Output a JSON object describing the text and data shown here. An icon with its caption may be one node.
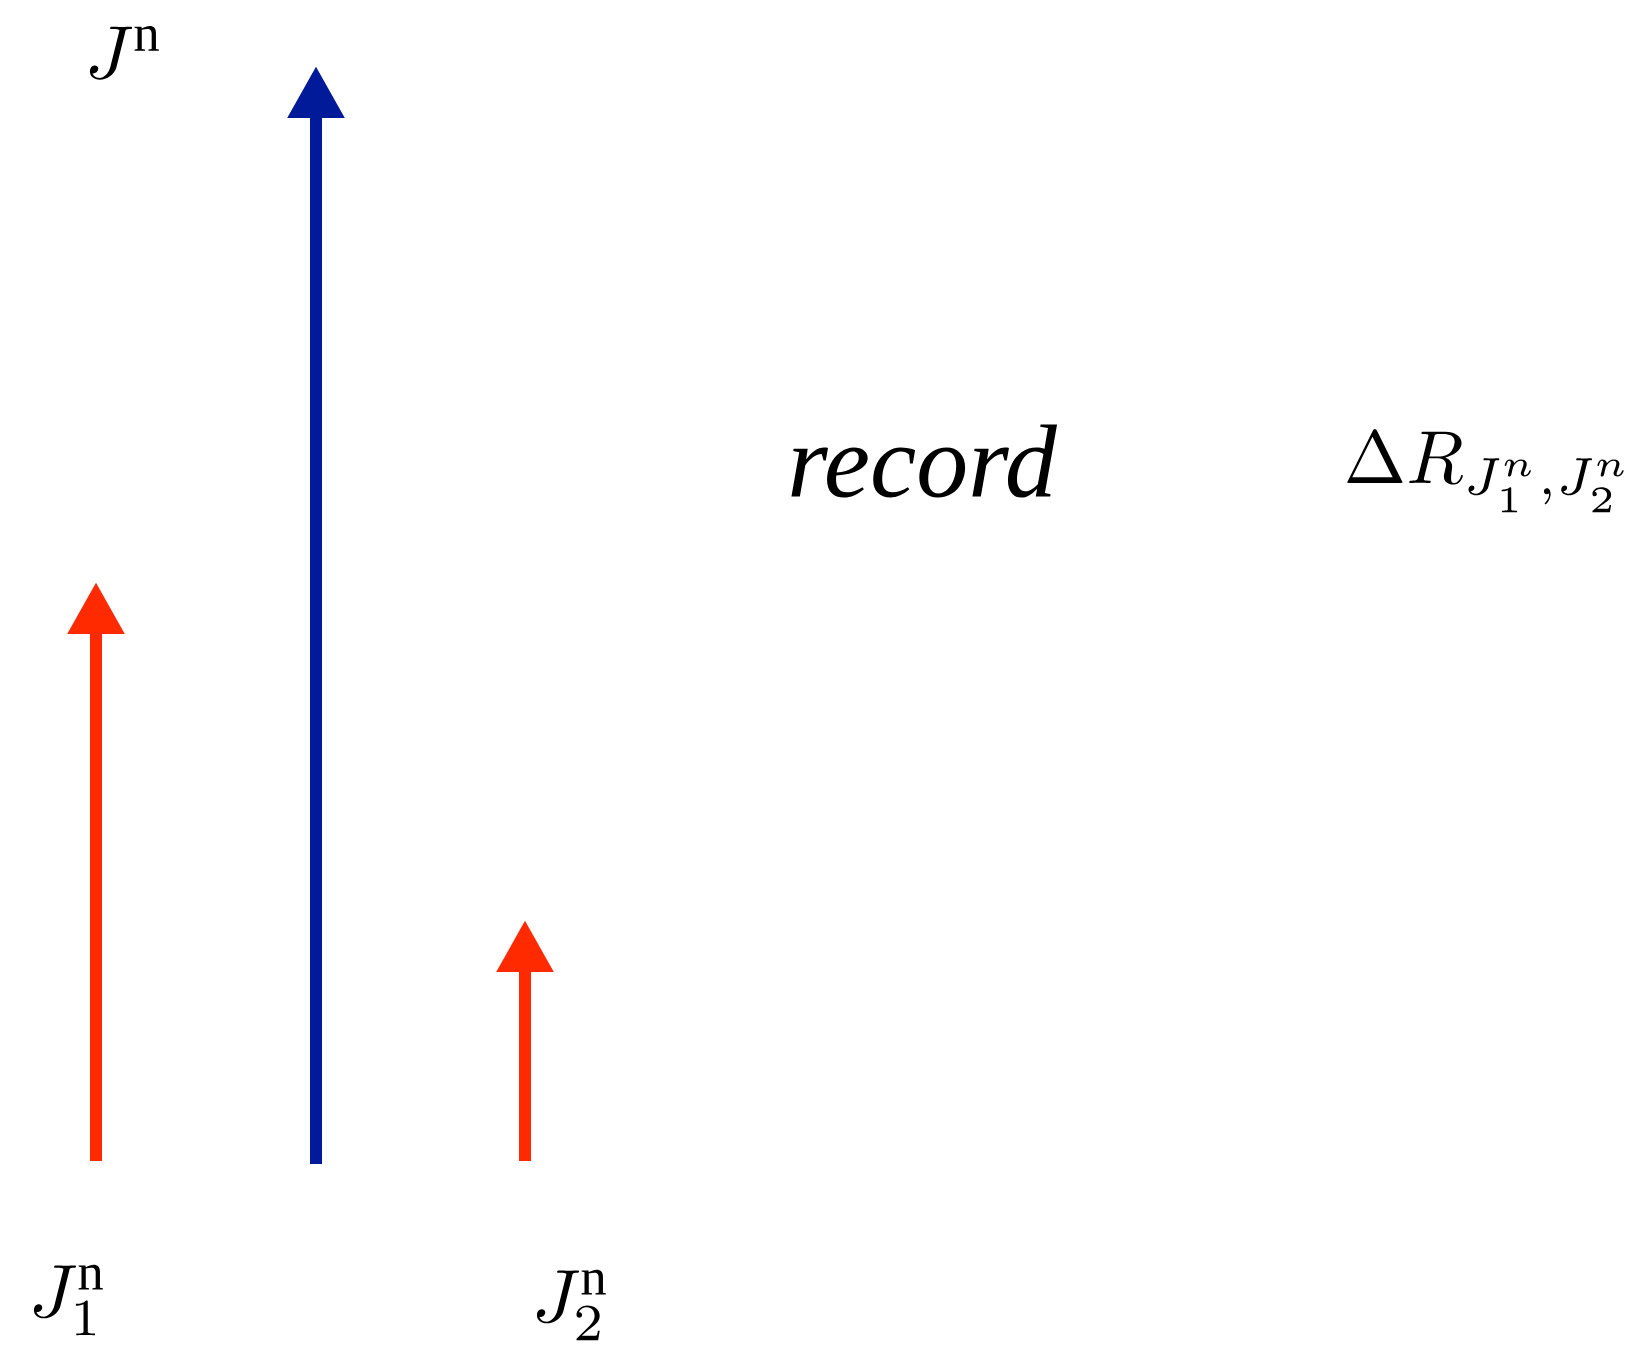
{
  "diagram": {
    "labels": [
      "J^{\\mathrm{n}}",
      "record",
      "\\Delta R_{J_1^n,J_2^n}",
      "J_1^{\\mathrm{n}}",
      "J_2^{\\mathrm{n}}"
    ]
  }
}
